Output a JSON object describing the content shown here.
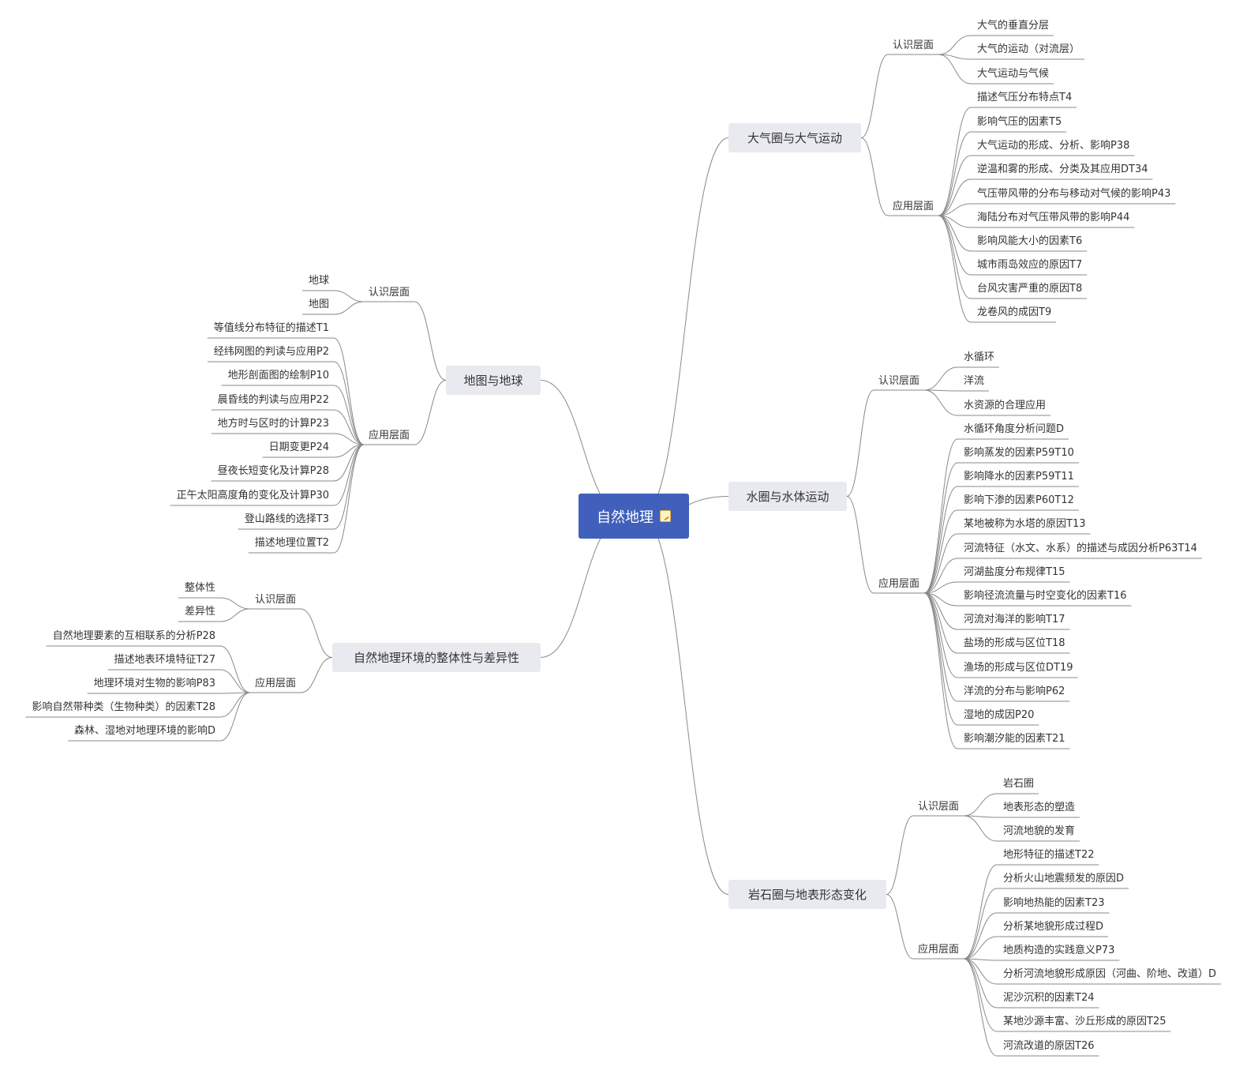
{
  "root": {
    "label": "自然地理",
    "icon": "note-icon"
  },
  "branches": [
    {
      "label": "大气圈与大气运动",
      "groups": [
        {
          "label": "认识层面",
          "items": [
            "大气的垂直分层",
            "大气的运动（对流层）",
            "大气运动与气候"
          ]
        },
        {
          "label": "应用层面",
          "items": [
            "描述气压分布特点T4",
            "影响气压的因素T5",
            "大气运动的形成、分析、影响P38",
            "逆温和雾的形成、分类及其应用DT34",
            "气压带风带的分布与移动对气候的影响P43",
            "海陆分布对气压带风带的影响P44",
            "影响风能大小的因素T6",
            "城市雨岛效应的原因T7",
            "台风灾害严重的原因T8",
            "龙卷风的成因T9"
          ]
        }
      ]
    },
    {
      "label": "水圈与水体运动",
      "groups": [
        {
          "label": "认识层面",
          "items": [
            "水循环",
            "洋流",
            "水资源的合理应用"
          ]
        },
        {
          "label": "应用层面",
          "items": [
            "水循环角度分析问题D",
            "影响蒸发的因素P59T10",
            "影响降水的因素P59T11",
            "影响下渗的因素P60T12",
            "某地被称为水塔的原因T13",
            "河流特征（水文、水系）的描述与成因分析P63T14",
            "河湖盐度分布规律T15",
            "影响径流流量与时空变化的因素T16",
            "河流对海洋的影响T17",
            "盐场的形成与区位T18",
            "渔场的形成与区位DT19",
            "洋流的分布与影响P62",
            "湿地的成因P20",
            "影响潮汐能的因素T21"
          ]
        }
      ]
    },
    {
      "label": "岩石圈与地表形态变化",
      "groups": [
        {
          "label": "认识层面",
          "items": [
            "岩石圈",
            "地表形态的塑造",
            "河流地貌的发育"
          ]
        },
        {
          "label": "应用层面",
          "items": [
            "地形特征的描述T22",
            "分析火山地震频发的原因D",
            "影响地热能的因素T23",
            "分析某地貌形成过程D",
            "地质构造的实践意义P73",
            "分析河流地貌形成原因（河曲、阶地、改道）D",
            "泥沙沉积的因素T24",
            "某地沙源丰富、沙丘形成的原因T25",
            "河流改道的原因T26"
          ]
        }
      ]
    },
    {
      "label": "地图与地球",
      "groups": [
        {
          "label": "认识层面",
          "items": [
            "地球",
            "地图"
          ]
        },
        {
          "label": "应用层面",
          "items": [
            "等值线分布特征的描述T1",
            "经纬网图的判读与应用P2",
            "地形剖面图的绘制P10",
            "晨昏线的判读与应用P22",
            "地方时与区时的计算P23",
            "日期变更P24",
            "昼夜长短变化及计算P28",
            "正午太阳高度角的变化及计算P30",
            "登山路线的选择T3",
            "描述地理位置T2"
          ]
        }
      ]
    },
    {
      "label": "自然地理环境的整体性与差异性",
      "groups": [
        {
          "label": "认识层面",
          "items": [
            "整体性",
            "差异性"
          ]
        },
        {
          "label": "应用层面",
          "items": [
            "自然地理要素的互相联系的分析P28",
            "描述地表环境特征T27",
            "地理环境对生物的影响P83",
            "影响自然带种类（生物种类）的因素T28",
            "森林、湿地对地理环境的影响D"
          ]
        }
      ]
    }
  ],
  "colors": {
    "root_fill": "#4060bb",
    "main_fill": "#e9eaf0",
    "line": "#8a8a8a",
    "text": "#333333"
  }
}
